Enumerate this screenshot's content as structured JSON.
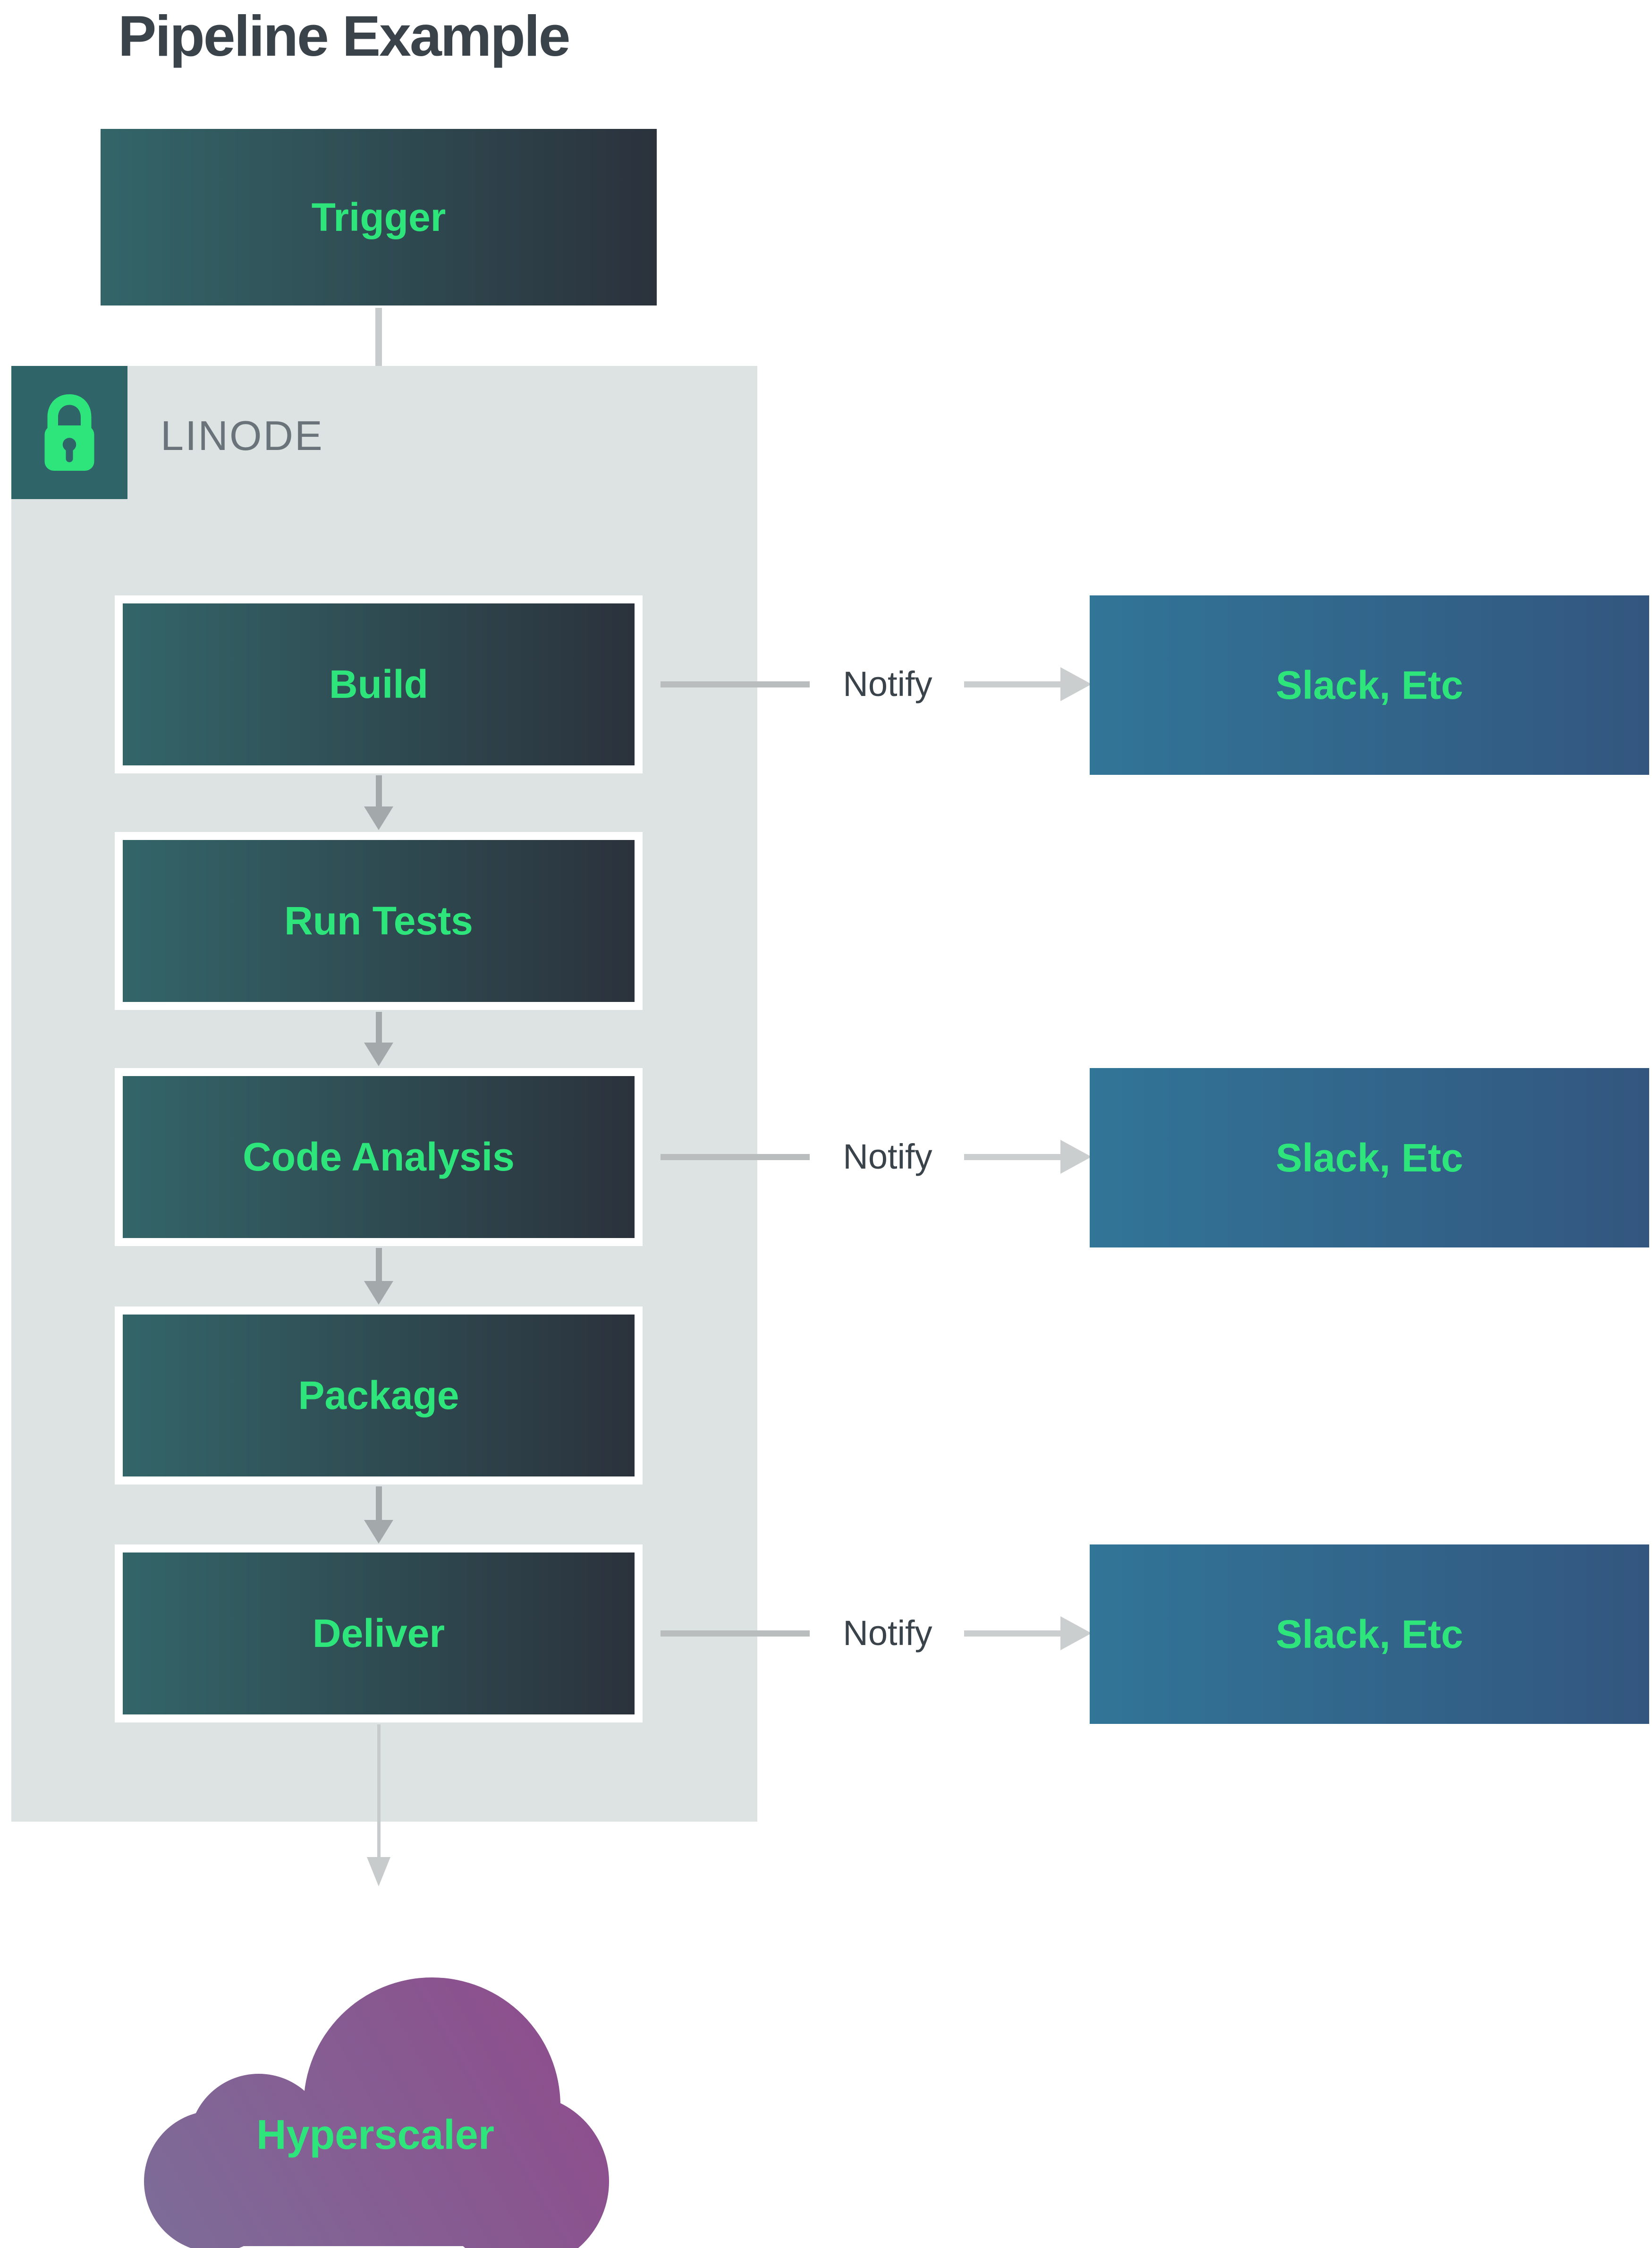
{
  "title": "Pipeline Example",
  "trigger": {
    "label": "Trigger"
  },
  "container": {
    "label": "LINODE",
    "badge_icon": "lock-icon"
  },
  "pipeline": {
    "stages": [
      {
        "label": "Build"
      },
      {
        "label": "Run Tests"
      },
      {
        "label": "Code Analysis"
      },
      {
        "label": "Package"
      },
      {
        "label": "Deliver"
      }
    ],
    "notifications": [
      {
        "label": "Notify",
        "target": "Slack, Etc"
      },
      {
        "label": "Notify",
        "target": "Slack, Etc"
      },
      {
        "label": "Notify",
        "target": "Slack, Etc"
      }
    ]
  },
  "cloud": {
    "label": "Hyperscaler"
  },
  "colors": {
    "stage_gradient_start": "#336569",
    "stage_gradient_end": "#2b323c",
    "notify_target_gradient_start": "#317597",
    "notify_target_gradient_end": "#33567f",
    "accent_green": "#2de57b",
    "container_background": "#dce3e2",
    "badge_background": "#2f6569",
    "cloud_gradient_start": "#7d6d98",
    "cloud_gradient_end": "#8f4a8c",
    "title_text": "#3a424a",
    "muted_label_text": "#6b737a",
    "arrow_gray_dark": "#a3a9aa",
    "arrow_gray_light": "#c8cbcb"
  }
}
